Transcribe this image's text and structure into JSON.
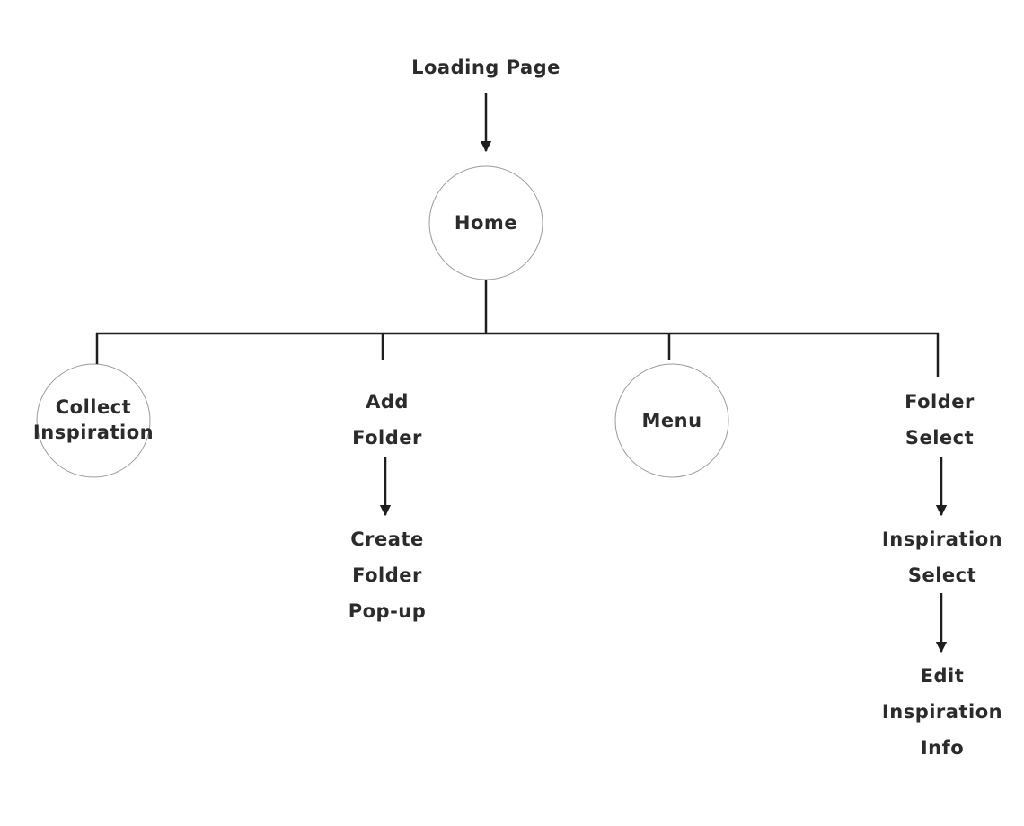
{
  "nodes": {
    "loading": {
      "label": "Loading Page"
    },
    "home": {
      "label": "Home"
    },
    "collect": {
      "lines": [
        "Collect",
        "Inspiration"
      ]
    },
    "add_folder": {
      "lines": [
        "Add",
        "Folder"
      ]
    },
    "menu": {
      "label": "Menu"
    },
    "folder_select": {
      "lines": [
        "Folder",
        "Select"
      ]
    },
    "create_folder": {
      "lines": [
        "Create",
        "Folder",
        "Pop-up"
      ]
    },
    "inspiration_select": {
      "lines": [
        "Inspiration",
        "Select"
      ]
    },
    "edit_inspiration": {
      "lines": [
        "Edit",
        "Inspiration",
        "Info"
      ]
    }
  },
  "colors": {
    "line": "#1e1e1e",
    "circle_stroke": "#9a9a9a",
    "text": "#2b2b2b"
  }
}
